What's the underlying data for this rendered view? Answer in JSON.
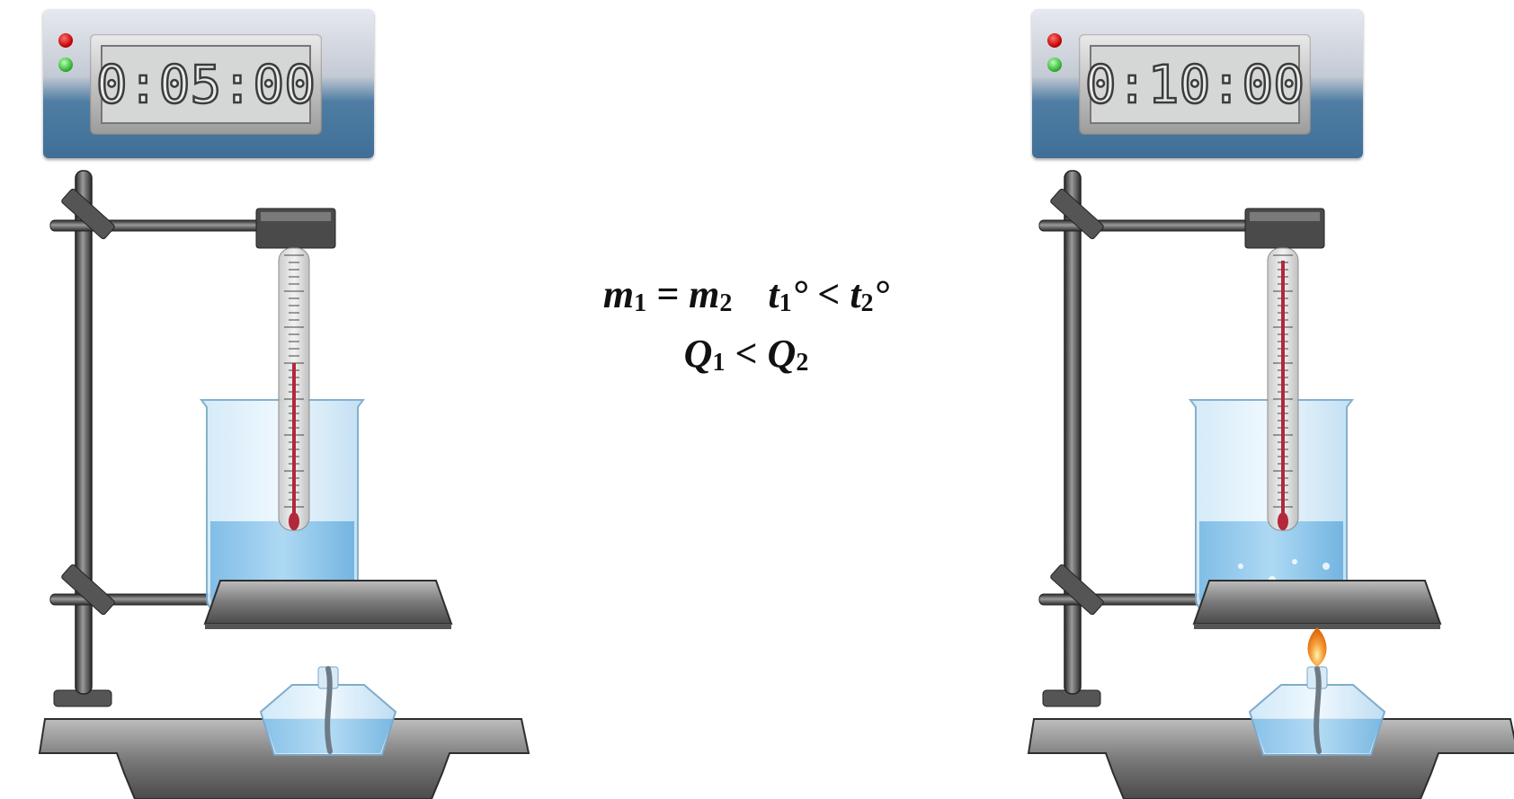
{
  "left_setup": {
    "timer": {
      "display": "0:05:00"
    },
    "burner_lit": false,
    "bubbles": false
  },
  "right_setup": {
    "timer": {
      "display": "0:10:00"
    },
    "burner_lit": true,
    "bubbles": true
  },
  "formula": {
    "m1": "m",
    "m1_sub": "1",
    "eq": " = ",
    "m2": "m",
    "m2_sub": "2",
    "t1": "t",
    "t1_sub": "1",
    "t1_unit": "°",
    "lt1": " < ",
    "t2": "t",
    "t2_sub": "2",
    "t2_unit": "°",
    "q1": "Q",
    "q1_sub": "1",
    "lt2": " < ",
    "q2": "Q",
    "q2_sub": "2"
  },
  "colors": {
    "water": "#8fc8ec",
    "glass": "#cfe8f8",
    "metal_dark": "#3a3a3a",
    "thermo_red": "#b3283a",
    "flame": "#f6a23c"
  }
}
